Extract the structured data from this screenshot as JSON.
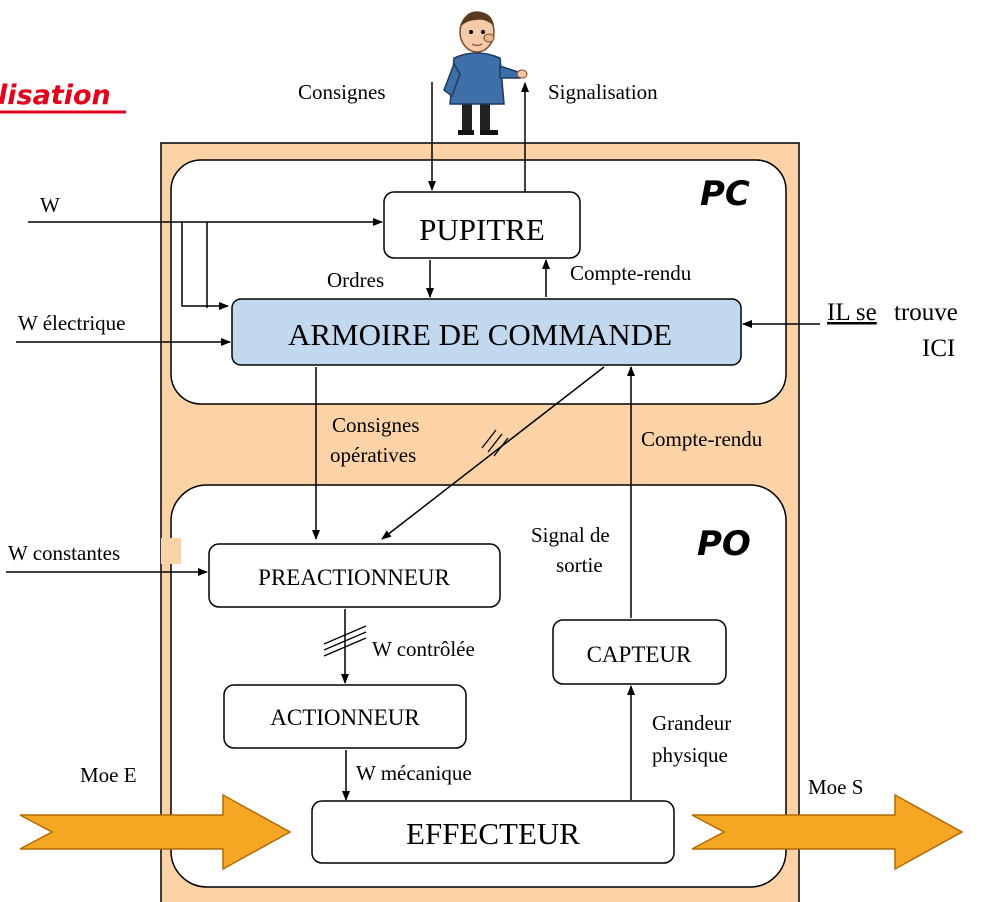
{
  "header": {
    "title_fragment": "lisation"
  },
  "zones": {
    "pc": {
      "label": "PC"
    },
    "po": {
      "label": "PO"
    }
  },
  "blocks": {
    "pupitre": "PUPITRE",
    "armoire": "ARMOIRE DE COMMANDE",
    "preactionneur": "PREACTIONNEUR",
    "actionneur": "ACTIONNEUR",
    "effecteur": "EFFECTEUR",
    "capteur": "CAPTEUR"
  },
  "flows": {
    "consignes": "Consignes",
    "signalisation": "Signalisation",
    "w": "W",
    "w_electrique": "W électrique",
    "ordres": "Ordres",
    "compte_rendu_top": "Compte-rendu",
    "il_se": "IL se",
    "trouve": "trouve",
    "ici": "ICI",
    "consignes_op_1": "Consignes",
    "consignes_op_2": "opératives",
    "compte_rendu_right": "Compte-rendu",
    "signal_sortie_1": "Signal de",
    "signal_sortie_2": "sortie",
    "w_constantes": "W constantes",
    "w_controlee": "W contrôlée",
    "grandeur_1": "Grandeur",
    "grandeur_2": "physique",
    "w_mecanique": "W mécanique",
    "moe_e": "Moe E",
    "moe_s": "Moe S"
  },
  "colors": {
    "outer_fill": "#fcd3a6",
    "armoire_fill": "#c2d8ef",
    "arrow_fill": "#f5a623",
    "title_color": "#e2001a"
  }
}
